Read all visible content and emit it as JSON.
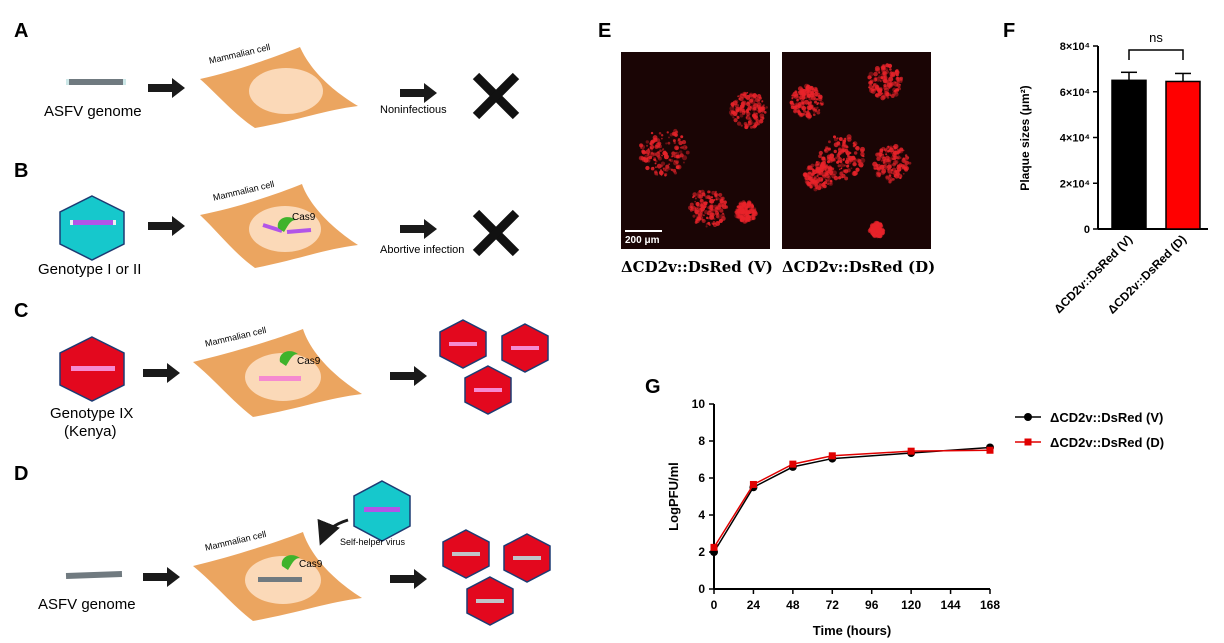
{
  "panels": {
    "A": {
      "letter": "A",
      "genome_label": "ASFV genome",
      "cell_label": "Mammalian cell",
      "outcome_label": "Noninfectious"
    },
    "B": {
      "letter": "B",
      "virus_label": "Genotype I or II",
      "cell_label": "Mammalian cell",
      "cas9_label": "Cas9",
      "outcome_label": "Abortive infection"
    },
    "C": {
      "letter": "C",
      "virus_label_line1": "Genotype IX",
      "virus_label_line2": "(Kenya)",
      "cell_label": "Mammalian cell",
      "cas9_label": "Cas9"
    },
    "D": {
      "letter": "D",
      "genome_label": "ASFV genome",
      "cell_label": "Mammalian cell",
      "cas9_label": "Cas9",
      "helper_label": "Self-helper virus"
    },
    "E": {
      "letter": "E",
      "scale_bar_label": "200 μm",
      "caption_left": "ΔCD2v::DsRed (V)",
      "caption_right": "ΔCD2v::DsRed (D)"
    },
    "F": {
      "letter": "F",
      "significance": "ns"
    },
    "G": {
      "letter": "G"
    }
  },
  "colors": {
    "cell": "#eba560",
    "nucleus": "#fbd9b8",
    "cyan_virus": "#16c8cc",
    "red_virus": "#e3081e",
    "purple_dna": "#b255e8",
    "pink_dna": "#f58ad0",
    "gray_dna": "#707a80",
    "cas9": "#3fb32b",
    "fluorescence": "#e8232a"
  },
  "icons": [
    "arrow-icon",
    "cross-icon",
    "virus-hexagon-icon",
    "cas9-icon",
    "curved-arrow-icon"
  ],
  "chart_data": [
    {
      "type": "bar",
      "panel": "F",
      "categories": [
        "ΔCD2v::DsRed (V)",
        "ΔCD2v::DsRed (D)"
      ],
      "values": [
        65000,
        64500
      ],
      "errors": [
        3500,
        3500
      ],
      "colors": [
        "#000000",
        "#ff0000"
      ],
      "ylabel": "Plaque sizes (μm²)",
      "ylim": [
        0,
        80000
      ],
      "yticks": [
        0,
        20000,
        40000,
        60000,
        80000
      ],
      "ytick_labels": [
        "0",
        "2×10⁴",
        "4×10⁴",
        "6×10⁴",
        "8×10⁴"
      ],
      "annotation": "ns"
    },
    {
      "type": "line",
      "panel": "G",
      "x": [
        0,
        24,
        48,
        72,
        120,
        168
      ],
      "series": [
        {
          "name": "ΔCD2v::DsRed (V)",
          "color": "#000000",
          "marker": "circle",
          "values": [
            2.0,
            5.5,
            6.6,
            7.05,
            7.35,
            7.65
          ]
        },
        {
          "name": "ΔCD2v::DsRed (D)",
          "color": "#e00000",
          "marker": "square",
          "values": [
            2.25,
            5.65,
            6.75,
            7.2,
            7.45,
            7.5
          ]
        }
      ],
      "xlabel": "Time (hours)",
      "ylabel": "LogPFU/ml",
      "xlim": [
        0,
        168
      ],
      "ylim": [
        0,
        10
      ],
      "xticks": [
        0,
        24,
        48,
        72,
        96,
        120,
        144,
        168
      ],
      "yticks": [
        0,
        2,
        4,
        6,
        8,
        10
      ],
      "legend": "right"
    }
  ]
}
